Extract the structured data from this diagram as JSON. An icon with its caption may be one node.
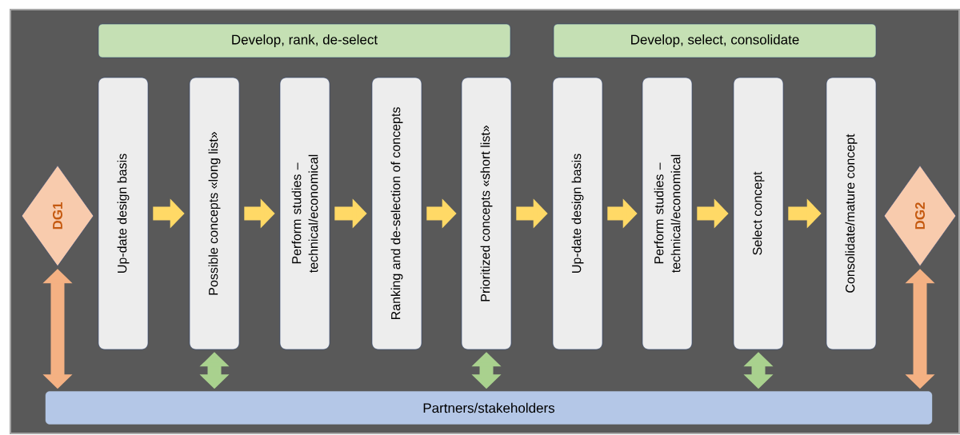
{
  "diagram": {
    "nodes": [
      {
        "text": [
          "Develop, rank, de-select"
        ]
      },
      {
        "text": [
          "Develop, select, consolidate"
        ]
      },
      {
        "text": [
          "DG1"
        ]
      },
      {
        "text": [
          "Up-date design basis"
        ]
      },
      {
        "text": [
          "Possible concepts «long list»"
        ]
      },
      {
        "text": [
          "Perform studies – technical/economical"
        ]
      },
      {
        "text": [
          "Ranking and de-selection of concepts"
        ]
      },
      {
        "text": [
          "Prioritized concepts «short list»"
        ]
      },
      {
        "text": [
          "Up-date design basis"
        ]
      },
      {
        "text": [
          "Perform studies – technical/economical"
        ]
      },
      {
        "text": [
          "Select concept"
        ]
      },
      {
        "text": [
          "Consolidate/mature concept"
        ]
      },
      {
        "text": [
          "DG2"
        ]
      },
      {
        "text": [
          "Partners/stakeholders"
        ]
      }
    ],
    "edges": [
      {
        "from": 3,
        "to": 4,
        "arrow": "to"
      },
      {
        "from": 4,
        "to": 5,
        "arrow": "to"
      },
      {
        "from": 5,
        "to": 6,
        "arrow": "to"
      },
      {
        "from": 6,
        "to": 7,
        "arrow": "to"
      },
      {
        "from": 7,
        "to": 8,
        "arrow": "to"
      },
      {
        "from": 8,
        "to": 9,
        "arrow": "to"
      },
      {
        "from": 9,
        "to": 10,
        "arrow": "to"
      },
      {
        "from": 10,
        "to": 11,
        "arrow": "to"
      },
      {
        "from": 2,
        "to": 13,
        "arrow": "both",
        "color": "#f4b183"
      },
      {
        "from": 4,
        "to": 13,
        "arrow": "both",
        "color": "#a9d18e"
      },
      {
        "from": 7,
        "to": 13,
        "arrow": "both",
        "color": "#a9d18e"
      },
      {
        "from": 10,
        "to": 13,
        "arrow": "both",
        "color": "#a9d18e"
      },
      {
        "from": 12,
        "to": 13,
        "arrow": "both",
        "color": "#f4b183"
      }
    ]
  }
}
